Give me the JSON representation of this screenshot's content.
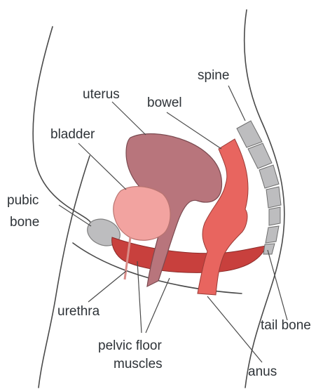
{
  "labels": {
    "uterus": "uterus",
    "bowel": "bowel",
    "spine": "spine",
    "bladder": "bladder",
    "pubic_bone_line1": "pubic",
    "pubic_bone_line2": "bone",
    "urethra": "urethra",
    "tail_bone": "tail bone",
    "pelvic_floor_line1": "pelvic floor",
    "pelvic_floor_line2": "muscles",
    "anus": "anus"
  },
  "colors": {
    "uterus": "#b8757c",
    "bladder": "#f2a3a0",
    "bowel": "#e8655f",
    "pelvic_floor": "#c8403d",
    "bone": "#bdbdbf",
    "outline": "#4a4a4a"
  }
}
